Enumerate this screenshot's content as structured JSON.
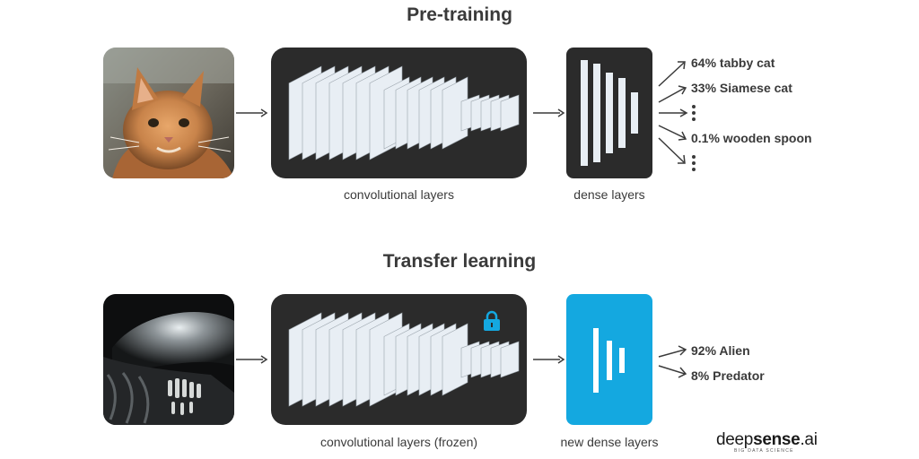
{
  "pretraining": {
    "title": "Pre-training",
    "input_image": "cat-photo",
    "conv_caption": "convolutional layers",
    "dense_caption": "dense layers",
    "outputs": [
      "64% tabby cat",
      "33% Siamese cat",
      "0.1% wooden spoon"
    ],
    "ellipsis_icons": [
      "vertical-ellipsis-icon",
      "vertical-ellipsis-icon"
    ]
  },
  "transfer": {
    "title": "Transfer learning",
    "input_image": "alien-photo",
    "conv_caption": "convolutional layers (frozen)",
    "dense_caption": "new dense layers",
    "outputs": [
      "92% Alien",
      "8% Predator"
    ],
    "lock_icon": "lock-icon"
  },
  "brand": {
    "part1": "deep",
    "part2": "sense",
    "part3": ".ai",
    "tagline": "BIG DATA SCIENCE"
  },
  "colors": {
    "dark_box": "#2b2b2b",
    "layer_fill": "#e8eef4",
    "accent_blue": "#14a8e0",
    "text": "#3a3a3a"
  }
}
